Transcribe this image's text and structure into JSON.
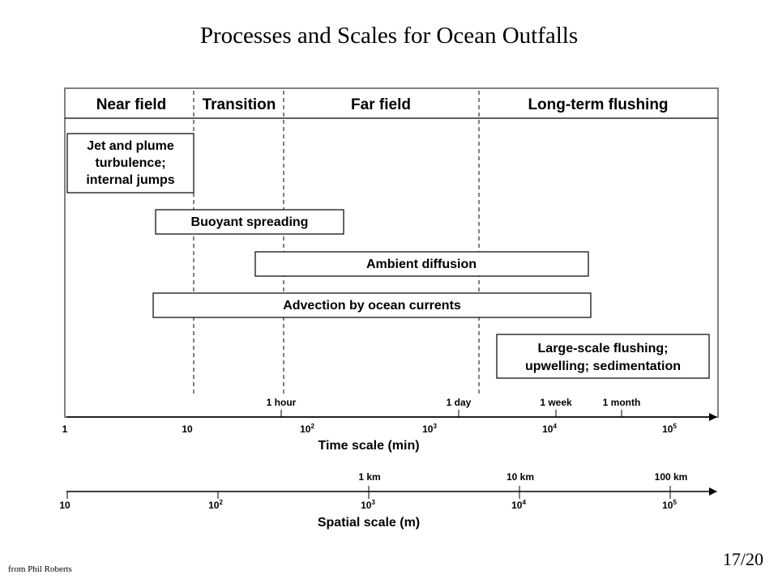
{
  "title": "Processes and Scales for Ocean Outfalls",
  "credit": "from Phil Roberts",
  "page_number": "17/20",
  "regions": [
    "Near field",
    "Transition",
    "Far field",
    "Long-term flushing"
  ],
  "processes": [
    {
      "lines": [
        "Jet and plume",
        "turbulence;",
        "internal jumps"
      ]
    },
    {
      "lines": [
        "Buoyant spreading"
      ]
    },
    {
      "lines": [
        "Ambient diffusion"
      ]
    },
    {
      "lines": [
        "Advection by ocean currents"
      ]
    },
    {
      "lines": [
        "Large-scale flushing;",
        "upwelling; sedimentation"
      ]
    }
  ],
  "time_axis": {
    "title": "Time scale (min)",
    "ticks": [
      {
        "base": "1",
        "exp": ""
      },
      {
        "base": "10",
        "exp": ""
      },
      {
        "base": "10",
        "exp": "2"
      },
      {
        "base": "10",
        "exp": "3"
      },
      {
        "base": "10",
        "exp": "4"
      },
      {
        "base": "10",
        "exp": "5"
      }
    ],
    "markers": [
      "1 hour",
      "1 day",
      "1 week",
      "1 month"
    ]
  },
  "space_axis": {
    "title": "Spatial scale (m)",
    "ticks": [
      {
        "base": "10",
        "exp": ""
      },
      {
        "base": "10",
        "exp": "2"
      },
      {
        "base": "10",
        "exp": "3"
      },
      {
        "base": "10",
        "exp": "4"
      },
      {
        "base": "10",
        "exp": "5"
      }
    ],
    "markers": [
      "1 km",
      "10 km",
      "100 km"
    ]
  }
}
